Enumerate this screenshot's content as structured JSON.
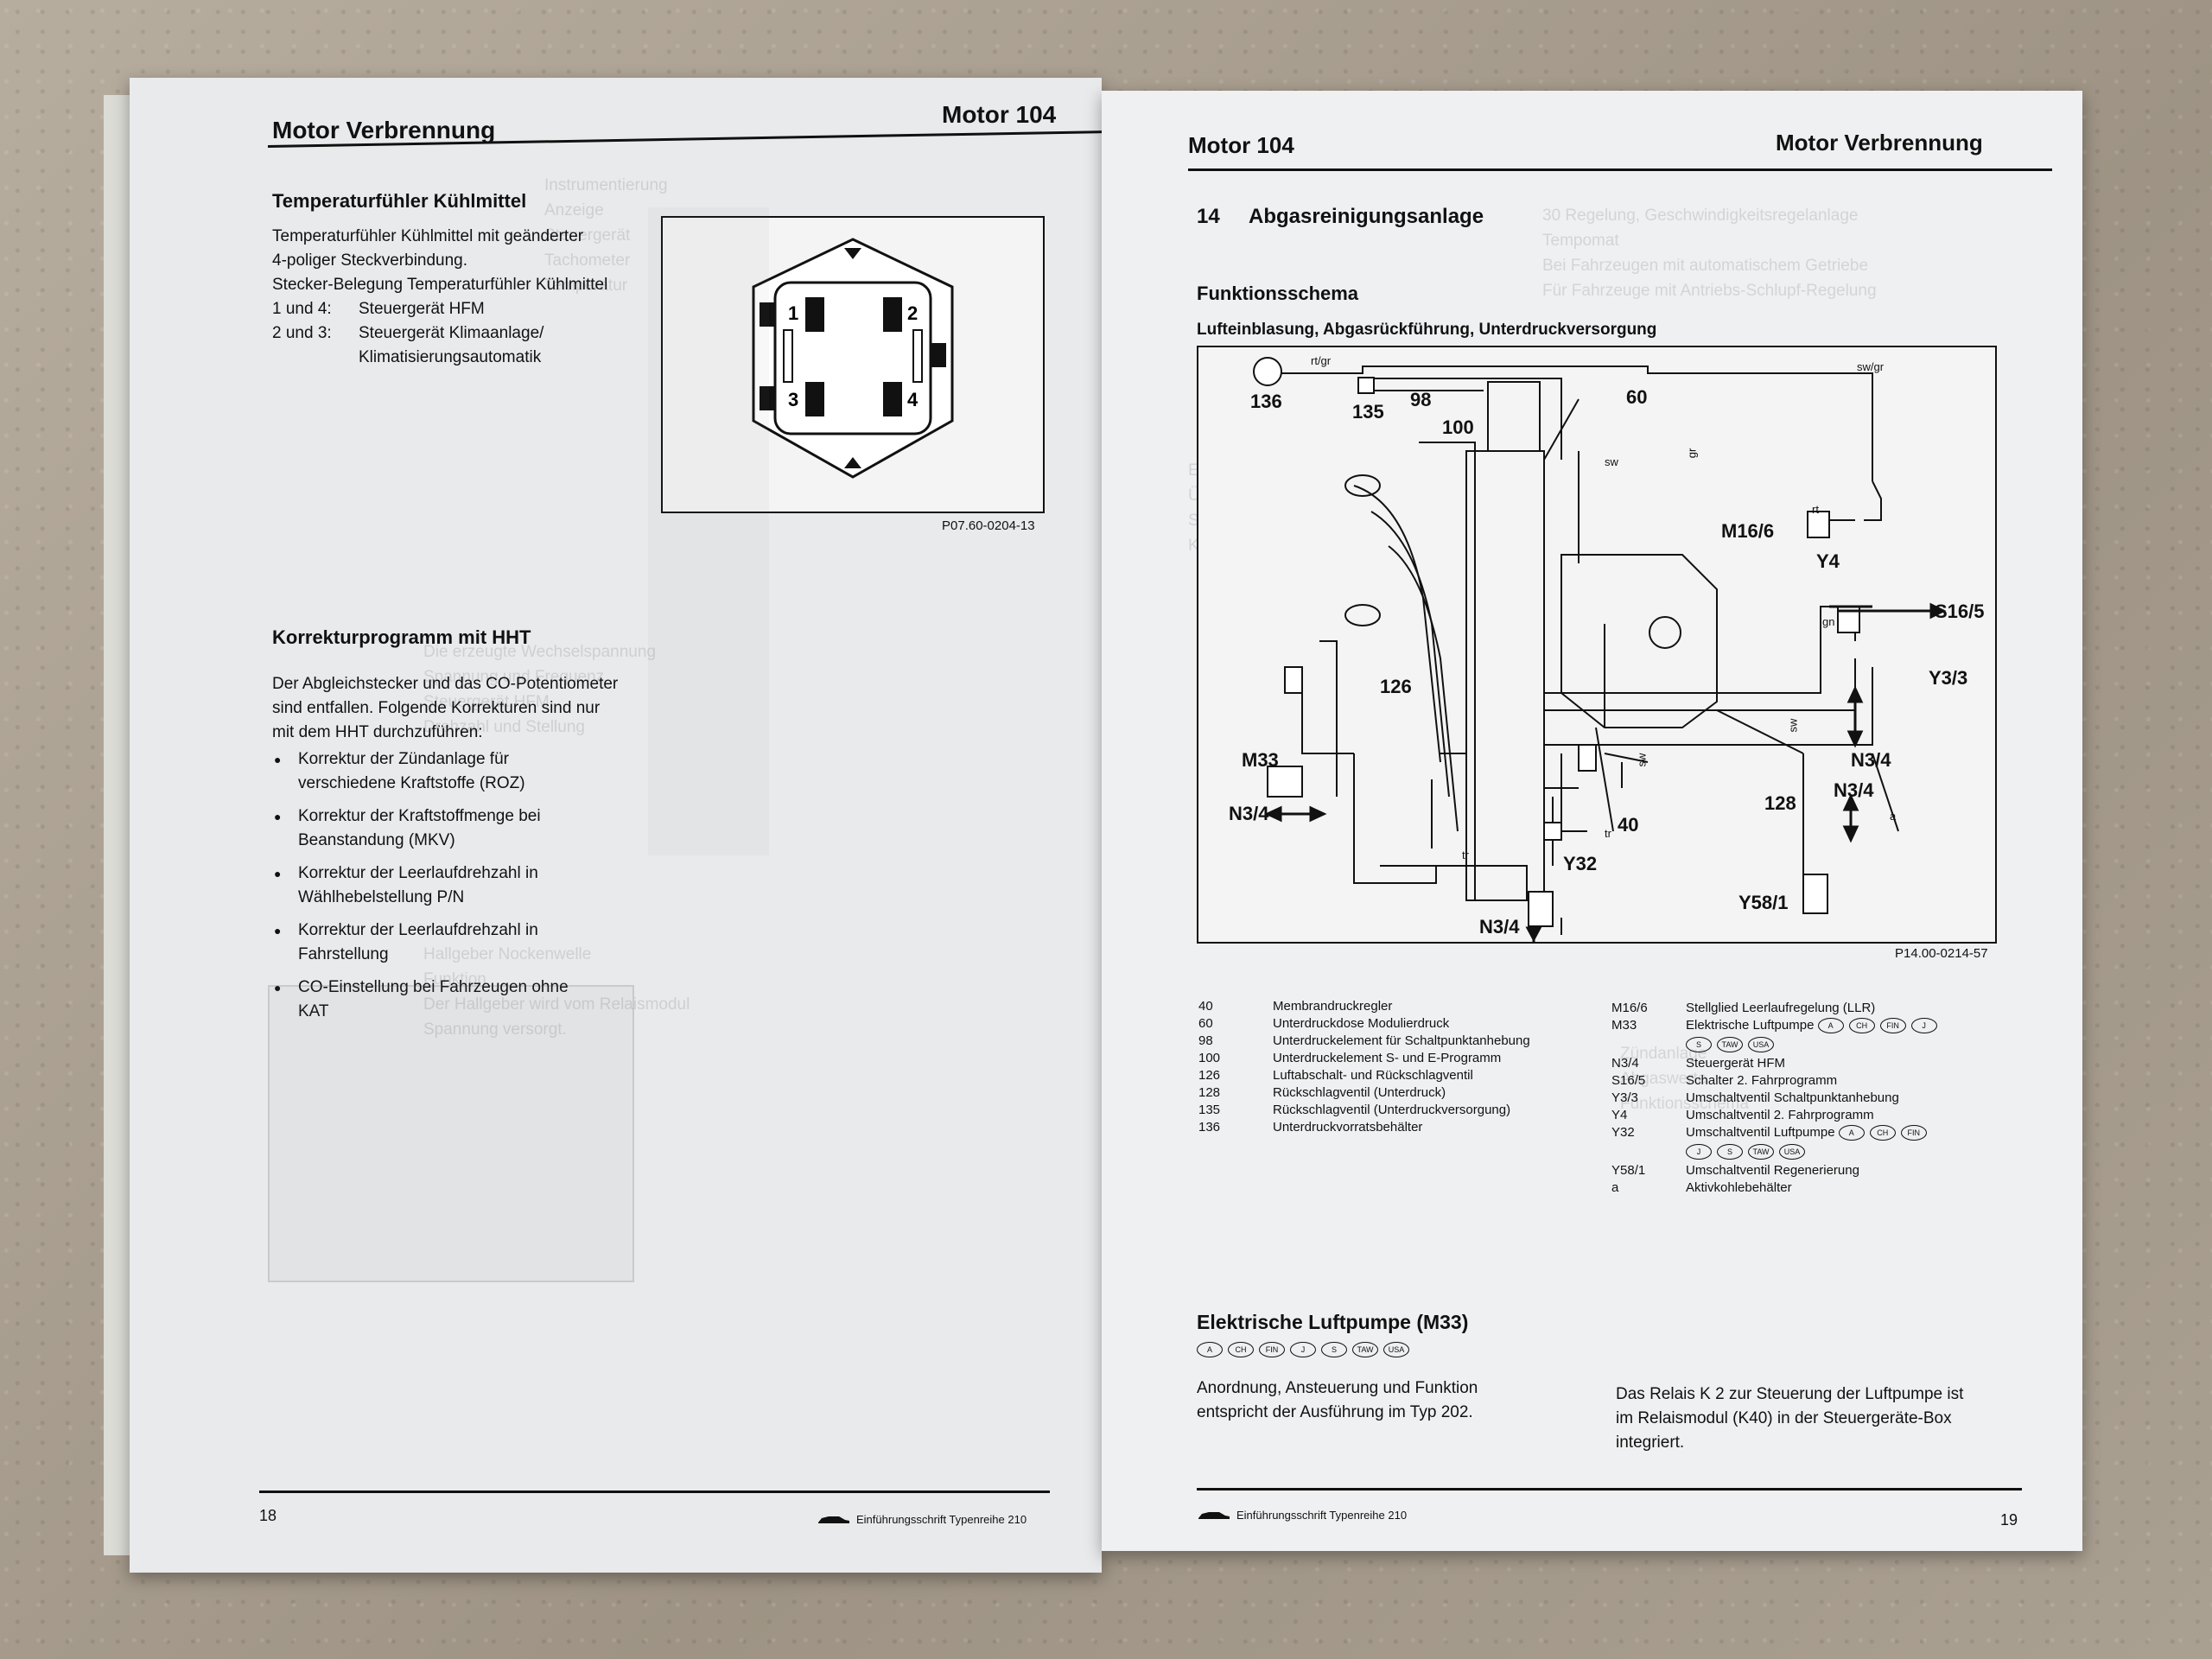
{
  "left_page": {
    "header_left": "Motor Verbrennung",
    "header_right": "Motor 104",
    "section1_title": "Temperaturfühler Kühlmittel",
    "section1_lines": [
      "Temperaturfühler Kühlmittel mit geänderter",
      "4-poliger Steckverbindung.",
      "Stecker-Belegung Temperaturfühler Kühlmittel"
    ],
    "pin_rows": [
      {
        "k": "1 und 4:",
        "v": "Steuergerät HFM"
      },
      {
        "k": "2 und 3:",
        "v": "Steuergerät Klimaanlage/"
      },
      {
        "k": "",
        "v": "Klimatisierungsautomatik"
      }
    ],
    "connector_pins": [
      "1",
      "2",
      "3",
      "4"
    ],
    "figure_code": "P07.60-0204-13",
    "section2_title": "Korrekturprogramm mit HHT",
    "section2_intro": [
      "Der Abgleichstecker und das CO-Potentiometer",
      "sind entfallen. Folgende Korrekturen sind nur",
      "mit dem HHT durchzuführen:"
    ],
    "bullets": [
      [
        "Korrektur der Zündanlage für",
        "verschiedene Kraftstoffe (ROZ)"
      ],
      [
        "Korrektur der Kraftstoffmenge bei",
        "Beanstandung (MKV)"
      ],
      [
        "Korrektur der Leerlaufdrehzahl in",
        "Wählhebelstellung P/N"
      ],
      [
        "Korrektur der Leerlaufdrehzahl in",
        "Fahrstellung"
      ],
      [
        "CO-Einstellung bei Fahrzeugen ohne",
        "KAT"
      ]
    ],
    "page_number": "18",
    "footer_text": "Einführungsschrift Typenreihe 210"
  },
  "right_page": {
    "header_left": "Motor 104",
    "header_right": "Motor Verbrennung",
    "section_number": "14",
    "section_title": "Abgasreinigungsanlage",
    "subsection_title": "Funktionsschema",
    "diagram_caption": "Lufteinblasung, Abgasrückführung, Unterdruckversorgung",
    "diagram_labels": {
      "l136": "136",
      "l135": "135",
      "l98": "98",
      "l100": "100",
      "l60": "60",
      "m16": "M16/6",
      "y4": "Y4",
      "s165": "S16/5",
      "y33": "Y3/3",
      "n34a": "N3/4",
      "n34b": "N3/4",
      "n34c": "N3/4",
      "n34d": "N3/4",
      "l126": "126",
      "m33": "M33",
      "l128": "128",
      "l40": "40",
      "y32": "Y32",
      "y581": "Y58/1",
      "rtgr": "rt/gr",
      "swgr": "sw/gr",
      "sw1": "sw",
      "gr": "gr",
      "rt": "rt",
      "gn": "gn",
      "sw2": "sw",
      "sw3": "sw",
      "tr1": "tr",
      "tr2": "tr",
      "a": "a"
    },
    "figure_code": "P14.00-0214-57",
    "legend_left": [
      {
        "k": "40",
        "v": "Membrandruckregler"
      },
      {
        "k": "60",
        "v": "Unterdruckdose Modulierdruck"
      },
      {
        "k": "98",
        "v": "Unterdruckelement für Schaltpunktanhebung"
      },
      {
        "k": "100",
        "v": "Unterdruckelement S- und E-Programm"
      },
      {
        "k": "126",
        "v": "Luftabschalt- und Rückschlagventil"
      },
      {
        "k": "128",
        "v": "Rückschlagventil (Unterdruck)"
      },
      {
        "k": "135",
        "v": "Rückschlagventil (Unterdruckversorgung)"
      },
      {
        "k": "136",
        "v": "Unterdruckvorratsbehälter"
      }
    ],
    "legend_right": [
      {
        "k": "M16/6",
        "v": "Stellglied Leerlaufregelung (LLR)"
      },
      {
        "k": "M33",
        "v": "Elektrische Luftpumpe"
      },
      {
        "k": "N3/4",
        "v": "Steuergerät HFM"
      },
      {
        "k": "S16/5",
        "v": "Schalter 2. Fahrprogramm"
      },
      {
        "k": "Y3/3",
        "v": "Umschaltventil Schaltpunktanhebung"
      },
      {
        "k": "Y4",
        "v": "Umschaltventil 2. Fahrprogramm"
      },
      {
        "k": "Y32",
        "v": "Umschaltventil Luftpumpe"
      },
      {
        "k": "Y58/1",
        "v": "Umschaltventil Regenerierung"
      },
      {
        "k": "a",
        "v": "Aktivkohlebehälter"
      }
    ],
    "country_badges": [
      "A",
      "CH",
      "FIN",
      "J",
      "S",
      "TAW",
      "USA"
    ],
    "section2_title": "Elektrische Luftpumpe (M33)",
    "text_left": [
      "Anordnung, Ansteuerung und Funktion",
      "entspricht der Ausführung im Typ 202."
    ],
    "text_right": [
      "Das Relais K 2 zur Steuerung der Luftpumpe ist",
      "im Relaismodul (K40) in der Steuergeräte-Box",
      "integriert."
    ],
    "page_number": "19",
    "footer_text": "Einführungsschrift Typenreihe 210"
  }
}
